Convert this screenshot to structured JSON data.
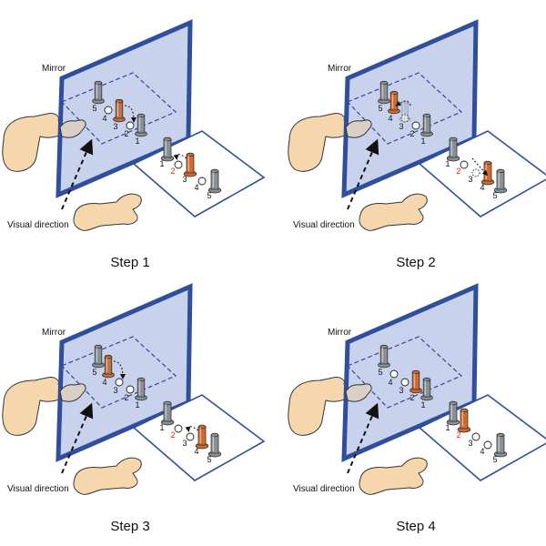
{
  "labels": {
    "mirror": "Mirror",
    "visual_direction": "Visual direction"
  },
  "colors": {
    "mirror_fill": "#c9d2ec",
    "mirror_frame": "#2f4f9c",
    "dashed": "#2a4aa0",
    "peg_gray": "#8a8f96",
    "peg_orange": "#d2692c",
    "number_highlight": "#e0201c",
    "skin": "#f6d7ad",
    "skin_reflection": "#d9cfc4"
  },
  "panels": [
    {
      "step_label": "Step 1",
      "board": {
        "1": "gray",
        "3": "orange",
        "5": "gray"
      },
      "mirror_image": {
        "1": "gray",
        "3": "orange",
        "5": "gray"
      },
      "highlight": "2",
      "moving": {
        "from": "3",
        "to": "2"
      }
    },
    {
      "step_label": "Step 2",
      "board": {
        "1": "gray",
        "4": "orange",
        "5": "gray"
      },
      "mirror_image": {
        "1": "gray",
        "4": "orange",
        "5": "gray"
      },
      "highlight": "2",
      "moving": {
        "from": "3",
        "to": "4"
      }
    },
    {
      "step_label": "Step 3",
      "board": {
        "1": "gray",
        "4": "orange",
        "5": "gray"
      },
      "mirror_image": {
        "1": "gray",
        "4": "orange",
        "5": "gray"
      },
      "highlight": "2",
      "moving": {
        "from": "4",
        "to": "3"
      }
    },
    {
      "step_label": "Step 4",
      "board": {
        "1": "gray",
        "2": "orange",
        "5": "gray"
      },
      "mirror_image": {
        "1": "gray",
        "2": "orange",
        "5": "gray"
      },
      "highlight": "2",
      "moving": null
    }
  ]
}
